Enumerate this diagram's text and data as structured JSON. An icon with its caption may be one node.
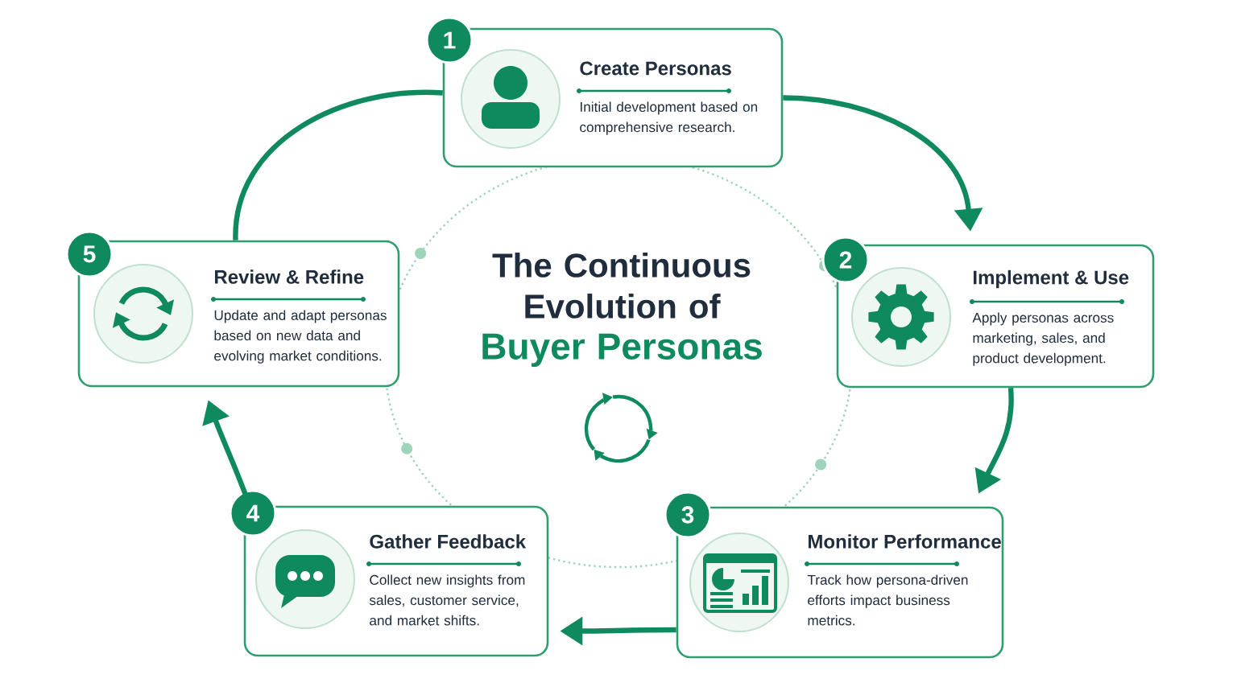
{
  "diagram": {
    "title": "The Continuous Evolution of **Buyer Personas**",
    "nodes": [
      {
        "text": [
          "1",
          "Create Personas",
          "Initial development based on comprehensive research."
        ]
      },
      {
        "text": [
          "2",
          "Implement & Use",
          "Apply personas across marketing, sales, and product development."
        ]
      },
      {
        "text": [
          "3",
          "Monitor Performance",
          "Track how persona-driven efforts impact business metrics."
        ]
      },
      {
        "text": [
          "4",
          "Gather Feedback",
          "Collect new insights from sales, customer service, and market shifts."
        ]
      },
      {
        "text": [
          "5",
          "Review & Refine",
          "Update and adapt personas based on new data and evolving market conditions."
        ]
      }
    ],
    "edges": [
      {
        "from": 0,
        "to": 1,
        "arrow": "to"
      },
      {
        "from": 1,
        "to": 2,
        "arrow": "to"
      },
      {
        "from": 2,
        "to": 3,
        "arrow": "to"
      },
      {
        "from": 3,
        "to": 4,
        "arrow": "to"
      },
      {
        "from": 4,
        "to": 0,
        "arrow": "none"
      }
    ]
  }
}
